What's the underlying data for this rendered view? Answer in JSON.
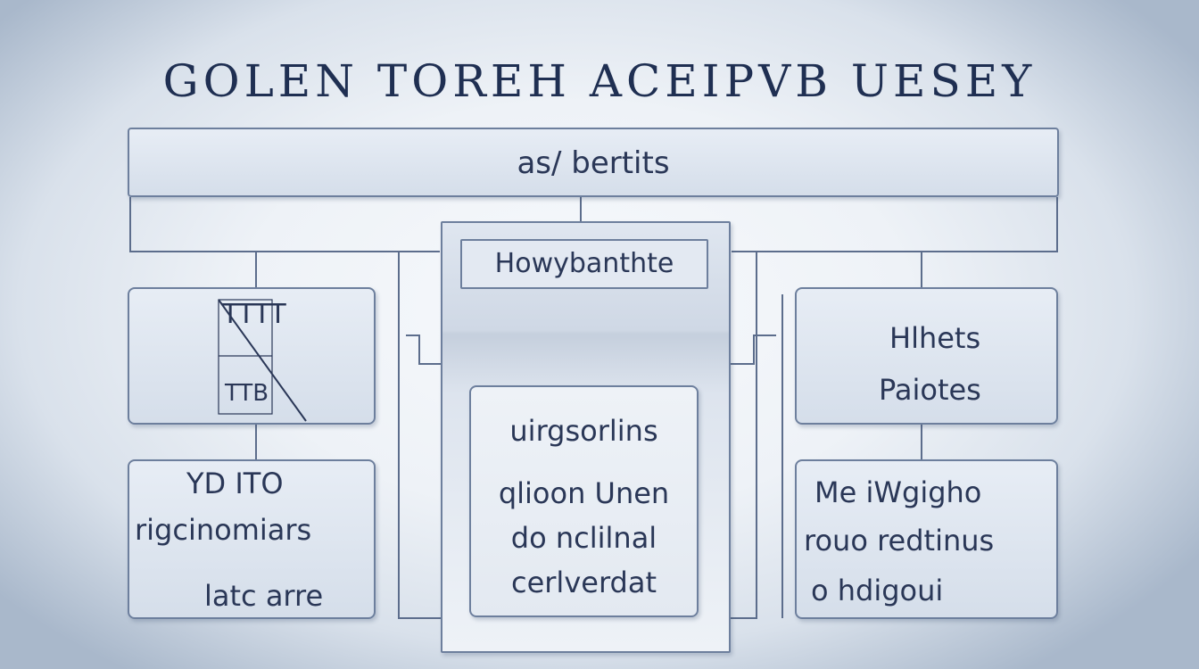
{
  "title": "GOLEN TOREH ACEIPVB UESEY",
  "top_bar": {
    "label": "as/ bertits"
  },
  "center": {
    "label": "Howybanthte",
    "inner_lines": [
      "uirgsorlins",
      "qlioon Unen",
      "do nclilnal",
      "cerlverdat"
    ]
  },
  "left_top": {
    "icon": "table-chart-icon",
    "glyph_top": "TTTT",
    "glyph_bottom": "TTB"
  },
  "left_bottom": {
    "lines": [
      "YD ITO",
      "rigcinomiars",
      "latc arre"
    ]
  },
  "right_top": {
    "lines": [
      "Hlhets",
      "Paiotes"
    ]
  },
  "right_bottom": {
    "lines": [
      "Me iWgigho",
      "rouo  redtinus",
      "o hdigoui"
    ]
  },
  "colors": {
    "line": "#5c6d8c",
    "text": "#1f2f52",
    "box_border": "#6d7f9d"
  }
}
